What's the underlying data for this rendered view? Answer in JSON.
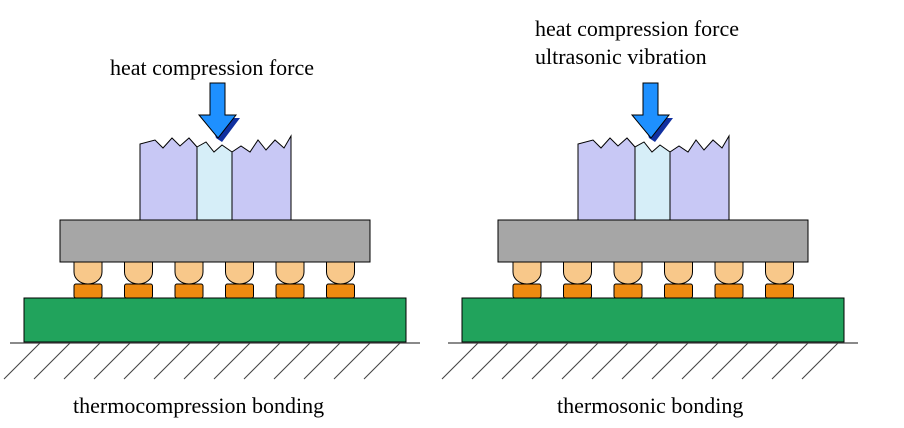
{
  "panels": [
    {
      "id": "left",
      "force_lines": [
        "heat compression force"
      ],
      "caption": "thermocompression bonding"
    },
    {
      "id": "right",
      "force_lines": [
        "heat compression force",
        "ultrasonic vibration"
      ],
      "caption": "thermosonic bonding"
    }
  ],
  "colors": {
    "arrow_fill": "#1E90FF",
    "arrow_side": "#1030A0",
    "tool_side": "#C8C8F5",
    "tool_center": "#D6EEF8",
    "chip": "#A6A6A6",
    "bump_ball": "#F8C88A",
    "bump_pad": "#EE8A10",
    "substrate": "#21A35C",
    "outline": "#000000",
    "hatch": "#444444"
  },
  "bump_count": 6,
  "icons": [
    "down-arrow-icon"
  ]
}
